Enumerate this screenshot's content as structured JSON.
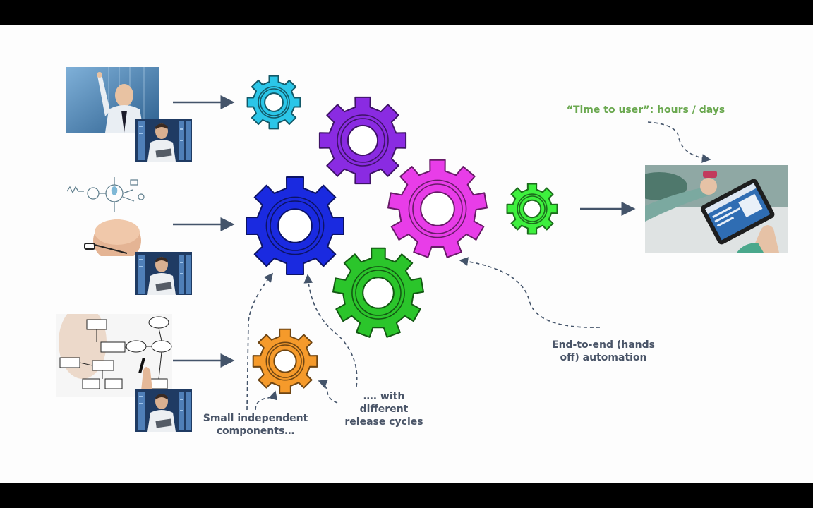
{
  "labels": {
    "time_to_user": "“Time to user”: hours / days",
    "automation": "End-to-end (hands off) automation",
    "release_cycles": "…. with different release cycles",
    "small_components": "Small independent components…"
  },
  "gears": [
    {
      "name": "gear-cyan",
      "color": "#2bc6e8"
    },
    {
      "name": "gear-purple",
      "color": "#8a2be2"
    },
    {
      "name": "gear-magenta",
      "color": "#e83de8"
    },
    {
      "name": "gear-blue",
      "color": "#1a2ae0"
    },
    {
      "name": "gear-green-large",
      "color": "#2bc52b"
    },
    {
      "name": "gear-green-small",
      "color": "#3ef03e"
    },
    {
      "name": "gear-orange",
      "color": "#f59a2b"
    }
  ],
  "nav_icons": [
    "back-arrow-icon",
    "pen-icon",
    "menu-icon",
    "forward-arrow-icon"
  ],
  "colors": {
    "arrow": "#44546a",
    "label": "#4a5568",
    "accent_green": "#6aa84f",
    "background": "#fdfdfd"
  }
}
